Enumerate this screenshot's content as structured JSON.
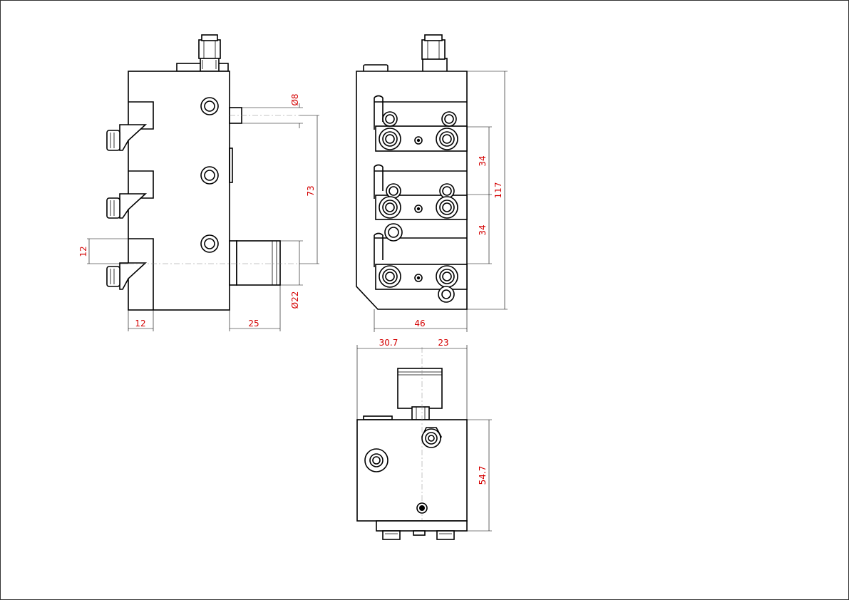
{
  "drawing": {
    "colors": {
      "outline": "#000000",
      "dimension_text": "#d40000",
      "background": "#ffffff"
    },
    "dimensions": {
      "side_top_diameter": "Ø8",
      "side_center_spacing": "73",
      "side_port_diameter": "Ø22",
      "side_slot_height": "12",
      "side_slot_width": "12",
      "side_port_length": "25",
      "front_upper_pitch": "34",
      "front_lower_pitch": "34",
      "front_height": "117",
      "front_width": "46",
      "bottom_left_width": "30.7",
      "bottom_right_width": "23",
      "bottom_height": "54.7"
    }
  }
}
